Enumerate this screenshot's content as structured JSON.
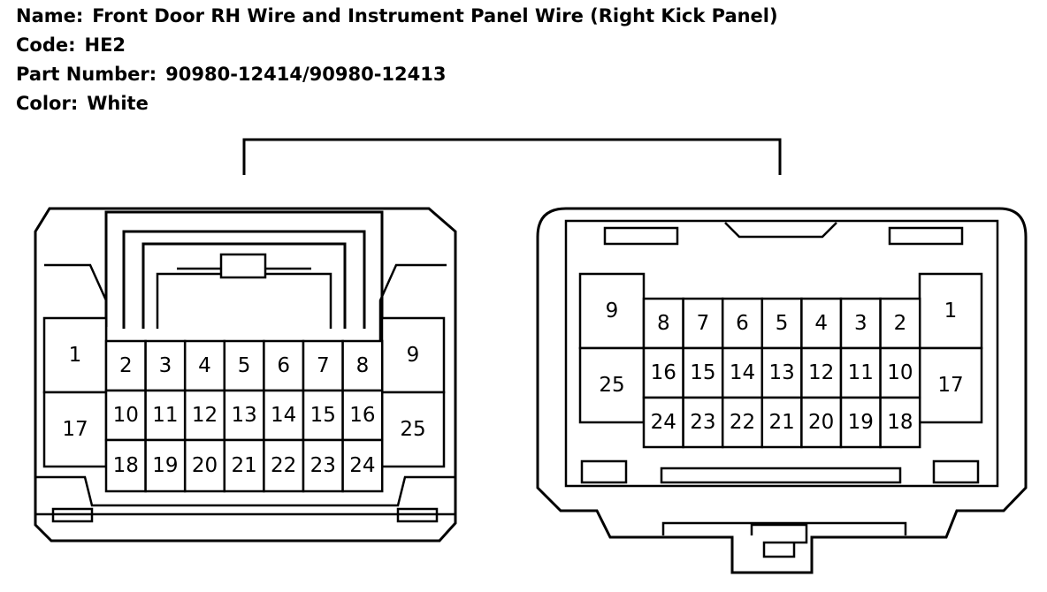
{
  "header": {
    "name_label": "Name:",
    "name_value": "Front Door RH Wire and Instrument Panel Wire (Right Kick Panel)",
    "code_label": "Code:",
    "code_value": "HE2",
    "part_label": "Part Number:",
    "part_value": "90980-12414/90980-12413",
    "color_label": "Color:",
    "color_value": "White"
  },
  "left_connector": {
    "pins": [
      "1",
      "2",
      "3",
      "4",
      "5",
      "6",
      "7",
      "8",
      "9",
      "10",
      "11",
      "12",
      "13",
      "14",
      "15",
      "16",
      "17",
      "18",
      "19",
      "20",
      "21",
      "22",
      "23",
      "24",
      "25"
    ]
  },
  "right_connector": {
    "pins": [
      "1",
      "2",
      "3",
      "4",
      "5",
      "6",
      "7",
      "8",
      "9",
      "10",
      "11",
      "12",
      "13",
      "14",
      "15",
      "16",
      "17",
      "18",
      "19",
      "20",
      "21",
      "22",
      "23",
      "24",
      "25"
    ]
  }
}
